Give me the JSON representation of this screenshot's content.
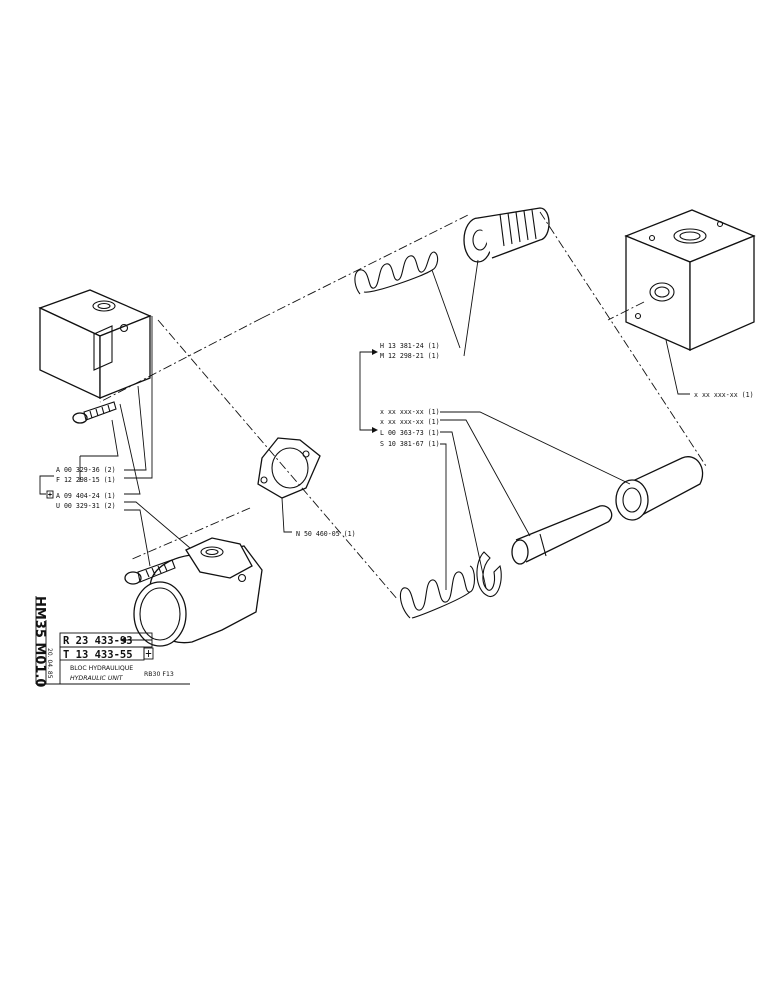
{
  "callouts": {
    "left_a": "A  00 329-36 (2)",
    "left_f": "F  12 298-15 (1)",
    "left_a2": "A  09 404-24 (1)",
    "left_u": "U  00 329-31 (2)",
    "gasket_n": "N  50 460-05 (1)",
    "spring_h": "H  13 381-24 (1)",
    "spring_m": "M  12 298-21 (1)",
    "x1": "x  xx xxx-xx (1)",
    "x2": "x  xx xxx-xx (1)",
    "l_ring": "L  00 363-73 (1)",
    "s_spring": "S  10 381-67 (1)",
    "block_right": "x  xx xxx-xx (1)"
  },
  "title_block": {
    "ref_r": "R  23  433-93",
    "ref_t": "T  13  433-55",
    "desc_fr": "BLOC HYDRAULIQUE",
    "desc_en": "HYDRAULIC UNIT",
    "model": "RB30  F13",
    "side_code": "HM35  M01.0",
    "side_date": "20. 04. 85"
  },
  "icons": {
    "boxed_plus": "boxed-plus-symbol",
    "bracket": "bracket-arrow"
  }
}
